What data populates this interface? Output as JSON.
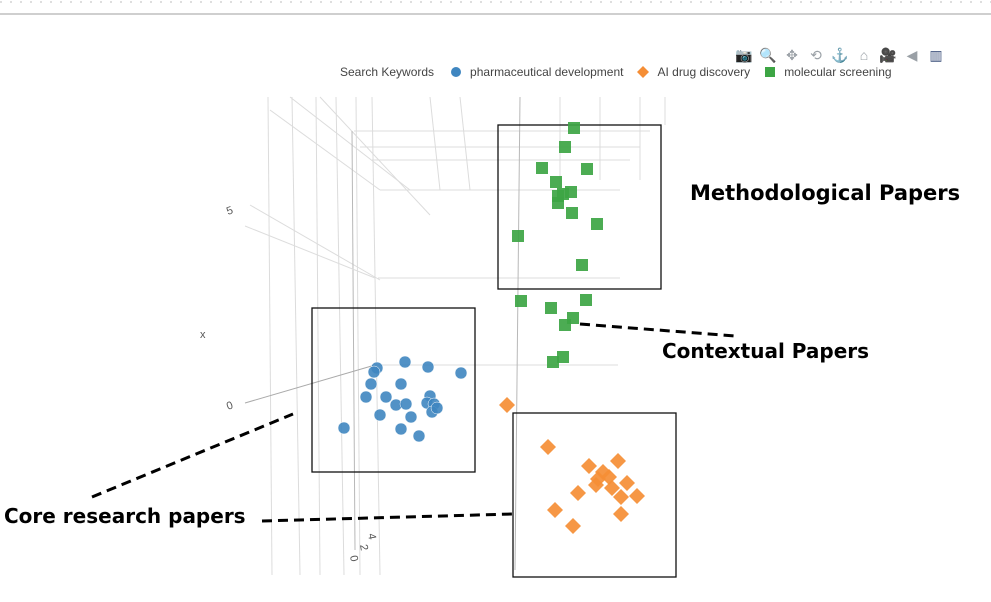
{
  "modebar": {
    "buttons": [
      {
        "name": "camera-icon",
        "glyph": "📷"
      },
      {
        "name": "zoom-icon",
        "glyph": "🔍"
      },
      {
        "name": "pan-icon",
        "glyph": "✥"
      },
      {
        "name": "orbit-icon",
        "glyph": "⟲"
      },
      {
        "name": "turntable-icon",
        "glyph": "⚓"
      },
      {
        "name": "home-icon",
        "glyph": "⌂"
      },
      {
        "name": "video-camera-icon",
        "glyph": "🎥"
      },
      {
        "name": "tag-icon",
        "glyph": "◀"
      },
      {
        "name": "plotly-logo-icon",
        "glyph": "▥"
      }
    ]
  },
  "annotations": {
    "methodological": "Methodological Papers",
    "contextual": "Contextual Papers",
    "core": "Core research papers"
  },
  "chart_data": {
    "type": "scatter",
    "legend_title": "Search Keywords",
    "legend_placement": "top",
    "axis_labels": {
      "x": "x"
    },
    "tick_labels": {
      "left": [
        "5",
        "0"
      ],
      "bottom": [
        "4",
        "2",
        "0"
      ]
    },
    "colors": {
      "pharmaceutical development": "#3f86c0",
      "AI drug discovery": "#f58e35",
      "molecular screening": "#3da544"
    },
    "series": [
      {
        "name": "pharmaceutical development",
        "marker": "circle",
        "points": [
          [
            377,
            368
          ],
          [
            405,
            362
          ],
          [
            428,
            367
          ],
          [
            461,
            373
          ],
          [
            374,
            372
          ],
          [
            371,
            384
          ],
          [
            401,
            384
          ],
          [
            366,
            397
          ],
          [
            386,
            397
          ],
          [
            430,
            396
          ],
          [
            396,
            405
          ],
          [
            406,
            404
          ],
          [
            427,
            403
          ],
          [
            434,
            404
          ],
          [
            432,
            412
          ],
          [
            437,
            408
          ],
          [
            380,
            415
          ],
          [
            411,
            417
          ],
          [
            344,
            428
          ],
          [
            401,
            429
          ],
          [
            419,
            436
          ]
        ]
      },
      {
        "name": "AI drug discovery",
        "marker": "diamond",
        "points": [
          [
            507,
            405
          ],
          [
            548,
            447
          ],
          [
            589,
            466
          ],
          [
            618,
            461
          ],
          [
            603,
            472
          ],
          [
            598,
            479
          ],
          [
            609,
            477
          ],
          [
            596,
            485
          ],
          [
            612,
            488
          ],
          [
            627,
            483
          ],
          [
            578,
            493
          ],
          [
            621,
            497
          ],
          [
            637,
            496
          ],
          [
            555,
            510
          ],
          [
            621,
            514
          ],
          [
            573,
            526
          ]
        ]
      },
      {
        "name": "molecular screening",
        "marker": "square",
        "points": [
          [
            574,
            128
          ],
          [
            565,
            147
          ],
          [
            542,
            168
          ],
          [
            587,
            169
          ],
          [
            556,
            182
          ],
          [
            571,
            192
          ],
          [
            558,
            196
          ],
          [
            563,
            194
          ],
          [
            558,
            203
          ],
          [
            572,
            213
          ],
          [
            597,
            224
          ],
          [
            518,
            236
          ],
          [
            582,
            265
          ],
          [
            521,
            301
          ],
          [
            586,
            300
          ],
          [
            551,
            308
          ],
          [
            573,
            318
          ],
          [
            565,
            325
          ],
          [
            563,
            357
          ],
          [
            553,
            362
          ]
        ]
      }
    ]
  }
}
